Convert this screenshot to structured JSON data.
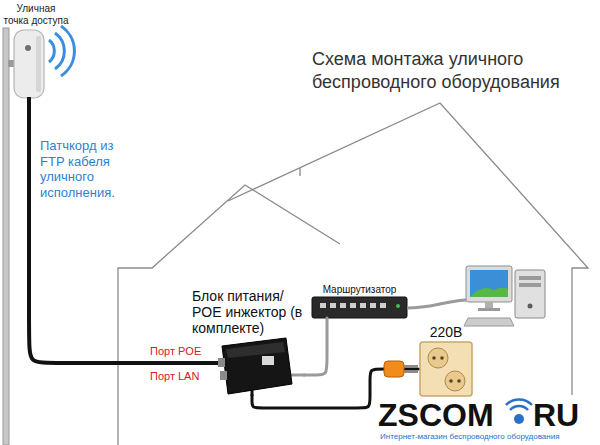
{
  "diagram": {
    "title": "Схема монтажа уличного беспроводного оборудования",
    "nodes": [
      {
        "text": [
          "Уличная точка доступа"
        ]
      },
      {
        "text": [
          "Блок питания/ POE инжектор (в комплекте)"
        ]
      },
      {
        "text": [
          "Маршрутизатор"
        ]
      },
      {
        "text": [
          "220В"
        ]
      }
    ],
    "edges": [
      {
        "from": 0,
        "to": 1,
        "arrow": "none",
        "label": "Патчкорд из FTP кабеля уличного исполнения."
      },
      {
        "from": 2,
        "to": 1,
        "arrow": "none"
      },
      {
        "from": 1,
        "to": 3,
        "arrow": "none"
      }
    ],
    "labels": [
      "Порт POE",
      "Порт LAN",
      "ZSCOM",
      "RU",
      "Интернет-магазин беспроводного оборудования"
    ]
  }
}
